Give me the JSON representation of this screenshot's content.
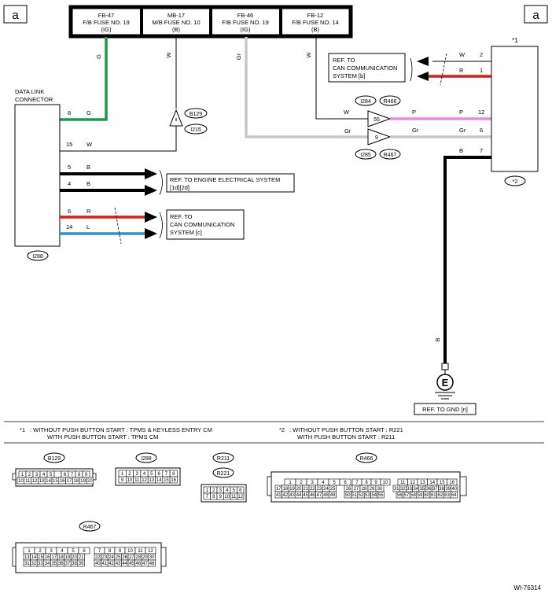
{
  "page_markers": {
    "left": "a",
    "right": "a"
  },
  "fuses": [
    {
      "name": "FB-47",
      "desc": "F/B FUSE NO. 19",
      "mode": "(IG)"
    },
    {
      "name": "MB-17",
      "desc": "M/B FUSE NO. 10",
      "mode": "(B)"
    },
    {
      "name": "FB-46",
      "desc": "F/B FUSE NO. 19",
      "mode": "(IG)"
    },
    {
      "name": "FB-12",
      "desc": "F/B FUSE NO. 14",
      "mode": "(B)"
    }
  ],
  "data_link_connector": {
    "title1": "DATA LINK",
    "title2": "CONNECTOR",
    "id": "I288",
    "pins": [
      {
        "pin": "8",
        "color": "G"
      },
      {
        "pin": "15",
        "color": "W"
      },
      {
        "pin": "5",
        "color": "B"
      },
      {
        "pin": "4",
        "color": "B"
      },
      {
        "pin": "6",
        "color": "R"
      },
      {
        "pin": "14",
        "color": "L"
      }
    ]
  },
  "fuse_wire_colors": {
    "fb47": "G",
    "mb17": "W",
    "fb46": "Gr",
    "fb12": "W"
  },
  "junction_connectors": {
    "top": "B129",
    "bottom": "I215"
  },
  "refs": {
    "can_b": [
      "REF. TO",
      "CAN COMMUNICATION",
      "SYSTEM [b]"
    ],
    "engine": [
      "REF. TO ENGINE ELECTRICAL SYSTEM",
      "[1d][2d]"
    ],
    "can_c": [
      "REF. TO",
      "CAN COMMUNICATION",
      "SYSTEM [c]"
    ],
    "gnd": "REF. TO GND [n]"
  },
  "inline_connectors": [
    {
      "pin": "55",
      "left": "I284",
      "right": "R466"
    },
    {
      "pin": "9",
      "left": "I285",
      "right": "R467"
    }
  ],
  "wire_labels": {
    "w_in": "W",
    "p_mid": "P",
    "gr_in": "Gr",
    "gr_mid": "Gr"
  },
  "module": {
    "star1": "*1",
    "star2": "*2",
    "pins": [
      {
        "color": "W",
        "pin": "2"
      },
      {
        "color": "R",
        "pin": "1"
      },
      {
        "color": "P",
        "pin": "12"
      },
      {
        "color": "Gr",
        "pin": "6"
      },
      {
        "color": "B",
        "pin": "7"
      }
    ]
  },
  "ground": {
    "wire": "B",
    "symbol": "E"
  },
  "notes": {
    "n1_mark": "*1",
    "n1_line1": ": WITHOUT PUSH BUTTON START : TPMS & KEYLESS ENTRY CM",
    "n1_line2": "WITH PUSH BUTTON START : TPMS CM",
    "n2_mark": "*2",
    "n2_line1": ": WITHOUT PUSH BUTTON START :   R221",
    "n2_line2": "WITH PUSH BUTTON START :   R211"
  },
  "connector_views": {
    "B129": {
      "label": "B129",
      "row1": [
        "1",
        "2",
        "3",
        "4",
        "5",
        "",
        "6",
        "7",
        "8",
        "9"
      ],
      "row2": [
        "10",
        "11",
        "12",
        "13",
        "14",
        "15",
        "16",
        "17",
        "18",
        "19",
        "20"
      ]
    },
    "I288": {
      "label": "I288",
      "row1": [
        "1",
        "2",
        "3",
        "4",
        "5",
        "6",
        "7",
        "8"
      ],
      "row2": [
        "9",
        "10",
        "11",
        "12",
        "13",
        "14",
        "15",
        "16"
      ]
    },
    "R211": {
      "label": "R211",
      "label2": "R221",
      "row1": [
        "1",
        "2",
        "3",
        "4",
        "5",
        "6"
      ],
      "row2": [
        "7",
        "8",
        "9",
        "10",
        "11",
        "12"
      ]
    },
    "R466": {
      "label": "R466",
      "a1": [
        "1",
        "2",
        "3",
        "4",
        "5",
        "6"
      ],
      "a2": [
        "17",
        "18",
        "19",
        "20",
        "21",
        "22",
        "23",
        "24",
        "25"
      ],
      "a3": [
        "41",
        "42",
        "43",
        "44",
        "45",
        "46",
        "47",
        "48",
        "49"
      ],
      "b1": [
        "7",
        "8",
        "9",
        "10"
      ],
      "b2": [
        "26",
        "27",
        "28",
        "29",
        "30"
      ],
      "b3": [
        "50",
        "51",
        "52",
        "53",
        "54",
        "55"
      ],
      "c1": [
        "11",
        "12",
        "13",
        "14",
        "15",
        "16"
      ],
      "c2": [
        "31",
        "32",
        "33",
        "34",
        "35",
        "36",
        "37",
        "38",
        "39",
        "40"
      ],
      "c3": [
        "56",
        "57",
        "58",
        "59",
        "60",
        "61",
        "62",
        "63",
        "64"
      ]
    },
    "R467": {
      "label": "R467",
      "a1": [
        "1",
        "2",
        "3",
        "4",
        "5",
        "6"
      ],
      "a2": [
        "13",
        "14",
        "15",
        "16",
        "17",
        "18",
        "19",
        "20",
        "21"
      ],
      "a3": [
        "31",
        "32",
        "33",
        "34",
        "35",
        "36",
        "37",
        "38",
        "39"
      ],
      "b1": [
        "7",
        "8",
        "9",
        "10",
        "11",
        "12"
      ],
      "b2": [
        "22",
        "23",
        "24",
        "25",
        "26",
        "27",
        "28",
        "29",
        "30"
      ],
      "b3": [
        "40",
        "41",
        "42",
        "43",
        "44",
        "45",
        "46",
        "47",
        "48"
      ]
    }
  },
  "figure_id": "WI-76314",
  "colors": {
    "green": "#1a9a4a",
    "red": "#e01818",
    "blue": "#2f8fd8",
    "pink": "#f08ad8",
    "gray": "#c8c8c8",
    "black": "#000000"
  }
}
